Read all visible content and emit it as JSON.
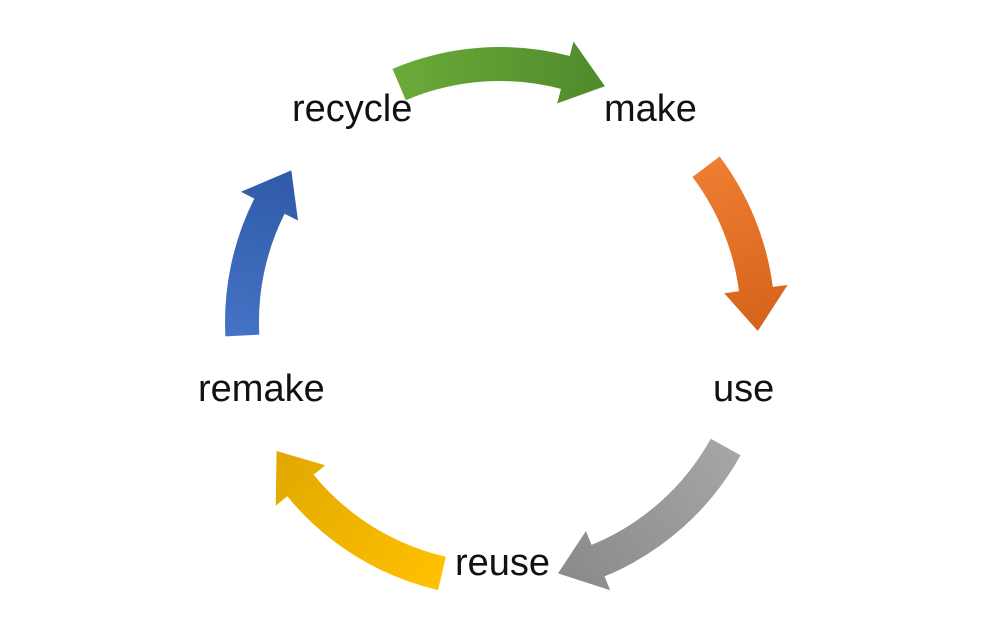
{
  "cycle": {
    "stages": [
      {
        "key": "make",
        "label": "make"
      },
      {
        "key": "use",
        "label": "use"
      },
      {
        "key": "reuse",
        "label": "reuse"
      },
      {
        "key": "remake",
        "label": "remake"
      },
      {
        "key": "recycle",
        "label": "recycle"
      }
    ],
    "arrows": [
      {
        "from": "recycle",
        "to": "make",
        "color": "#6aaa3a",
        "shade": "#4f8a2a"
      },
      {
        "from": "make",
        "to": "use",
        "color": "#ee7d31",
        "shade": "#d5631a"
      },
      {
        "from": "use",
        "to": "reuse",
        "color": "#a5a5a5",
        "shade": "#8a8a8a"
      },
      {
        "from": "reuse",
        "to": "remake",
        "color": "#ffc000",
        "shade": "#e0a800"
      },
      {
        "from": "remake",
        "to": "recycle",
        "color": "#4472c4",
        "shade": "#2f5aa8"
      }
    ]
  }
}
